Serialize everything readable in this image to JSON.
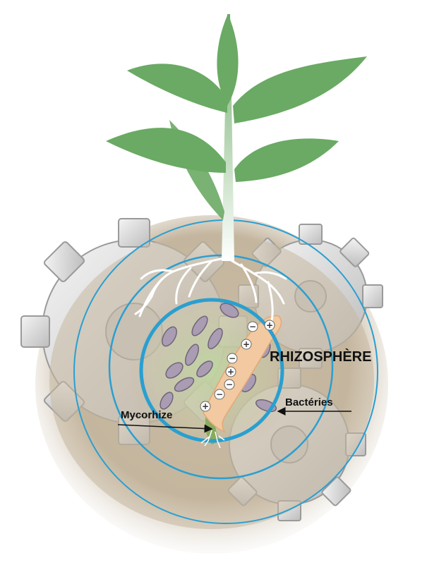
{
  "labels": {
    "rhizosphere": "RHIZOSPHÈRE",
    "bacteries": "Bactéries",
    "mycorhize": "Mycorhize"
  },
  "ions": [
    {
      "sign": "−"
    },
    {
      "sign": "+"
    },
    {
      "sign": "+"
    },
    {
      "sign": "−"
    },
    {
      "sign": "+"
    },
    {
      "sign": "−"
    },
    {
      "sign": "−"
    },
    {
      "sign": "+"
    }
  ],
  "colors": {
    "leaf": "#6aaa64",
    "root": "#ffffff",
    "soil": "#c7b8a0",
    "gear": "#e6e6e6",
    "ring": "#2a9fd0",
    "bacteria": "#9b8fa4",
    "hyphae": "#6e9a46",
    "root_tip": "#f2c9a0"
  },
  "icons": [
    "plant-icon",
    "gear-icon",
    "bacteria-icon",
    "ion-icon",
    "arrow-icon"
  ]
}
